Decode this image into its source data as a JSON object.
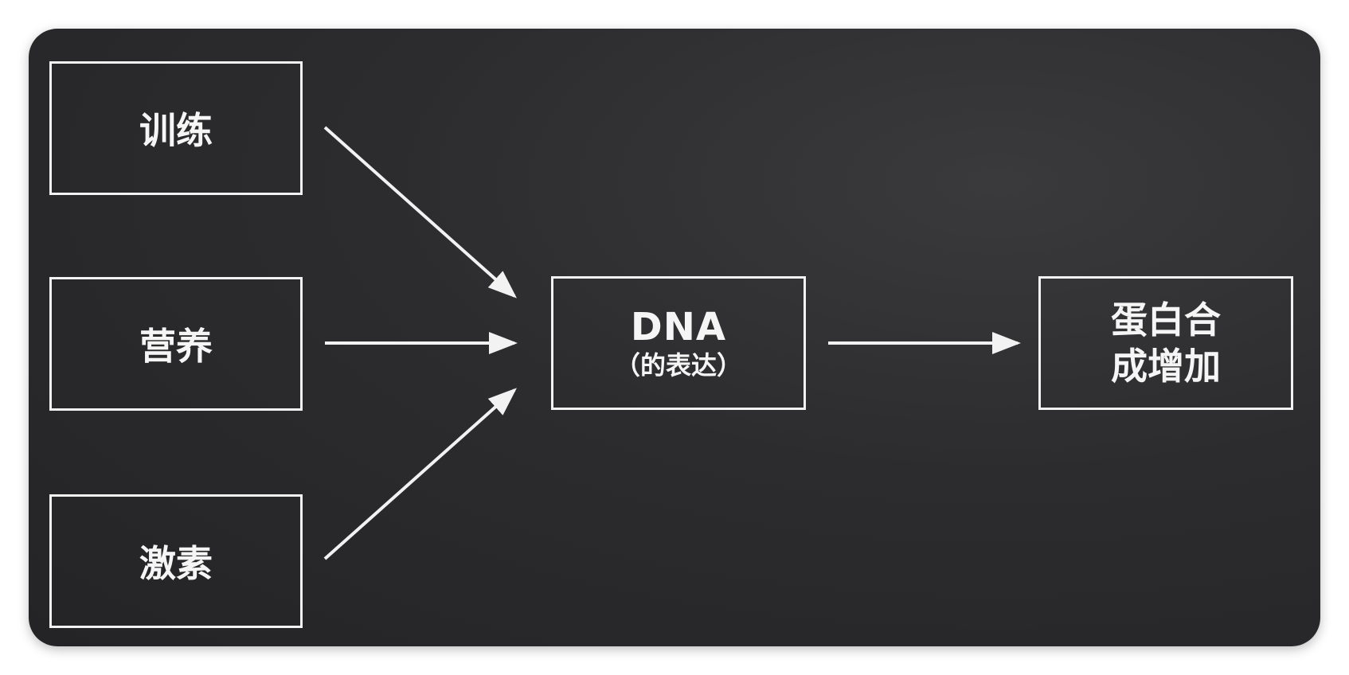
{
  "inputs": [
    {
      "label": "训练"
    },
    {
      "label": "营养"
    },
    {
      "label": "激素"
    }
  ],
  "center": {
    "title": "DNA",
    "subtitle": "（的表达）"
  },
  "output": {
    "line1": "蛋白合",
    "line2": "成增加"
  },
  "colors": {
    "background": "#2c2c2e",
    "foreground": "#f2f2f2"
  }
}
